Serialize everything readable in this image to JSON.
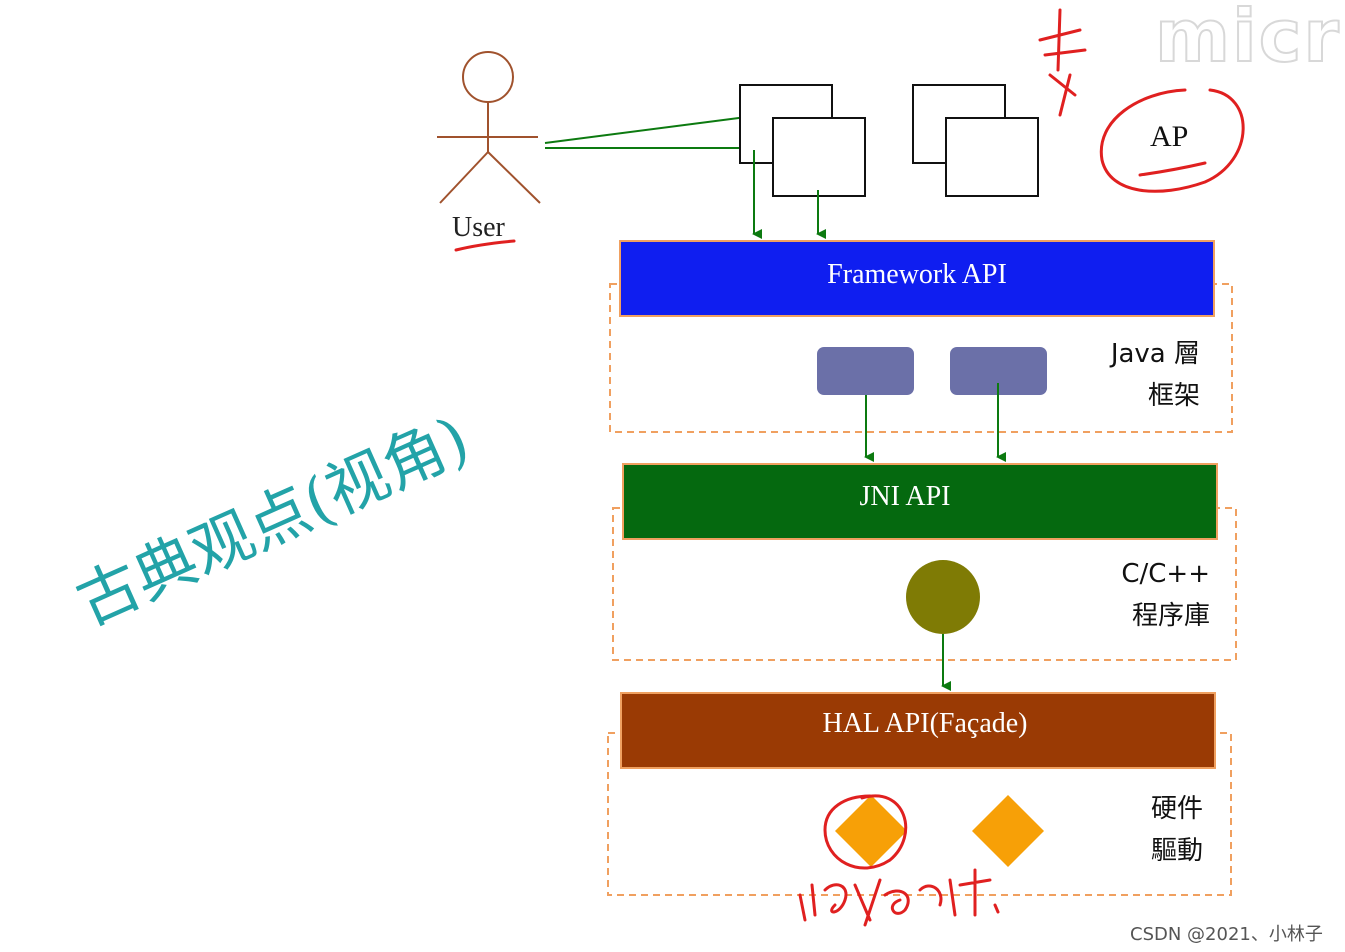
{
  "actor": {
    "label": "User"
  },
  "application": {
    "label": "AP"
  },
  "layers": [
    {
      "id": "framework",
      "label": "Framework API",
      "side_label": [
        "Java 層",
        "框架"
      ],
      "color": "#0f1ef0"
    },
    {
      "id": "jni",
      "label": "JNI API",
      "side_label": [
        "C/C++",
        "程序庫"
      ],
      "color": "#05690f"
    },
    {
      "id": "hal",
      "label": "HAL API(Façade)",
      "side_label": [
        "硬件",
        "驅動"
      ],
      "color": "#9a3a04"
    }
  ],
  "title": "古典观点(视角)",
  "watermark": "micr",
  "credit": "CSDN @2021、小林子",
  "colors": {
    "arrow": "#0c7a10",
    "dashed_border": "#f0a060",
    "framework_component": "#6b70a8",
    "jni_component": "#7f7b05",
    "hal_component": "#f7a007",
    "annotation": "#e02020"
  }
}
